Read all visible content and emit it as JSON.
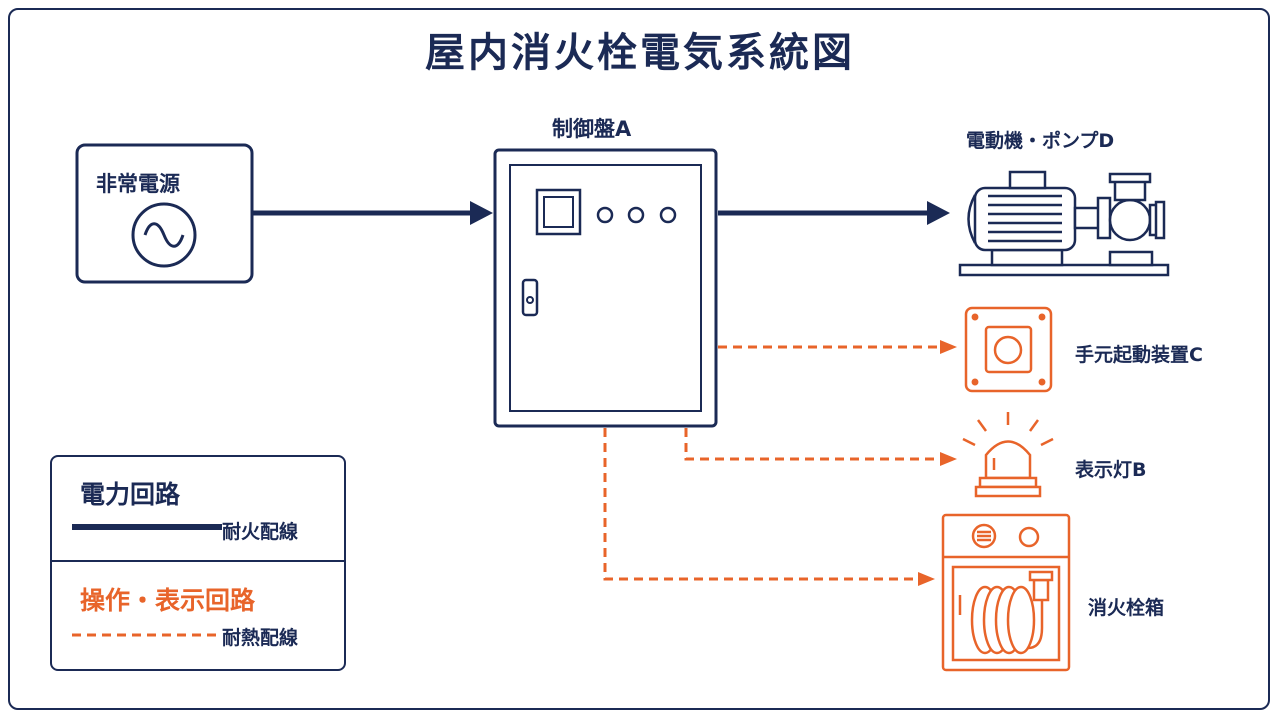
{
  "title": "屋内消火栓電気系統図",
  "nodes": {
    "power_source": "非常電源",
    "control_panel": "制御盤A",
    "motor_pump": "電動機・ポンプD",
    "manual_start": "手元起動装置C",
    "indicator_lamp": "表示灯B",
    "hydrant_box": "消火栓箱"
  },
  "legend": {
    "power_circuit": {
      "heading": "電力回路",
      "wiring": "耐火配線"
    },
    "control_circuit": {
      "heading": "操作・表示回路",
      "wiring": "耐熱配線"
    }
  },
  "colors": {
    "navy": "#1b2a55",
    "orange": "#e8642a"
  }
}
